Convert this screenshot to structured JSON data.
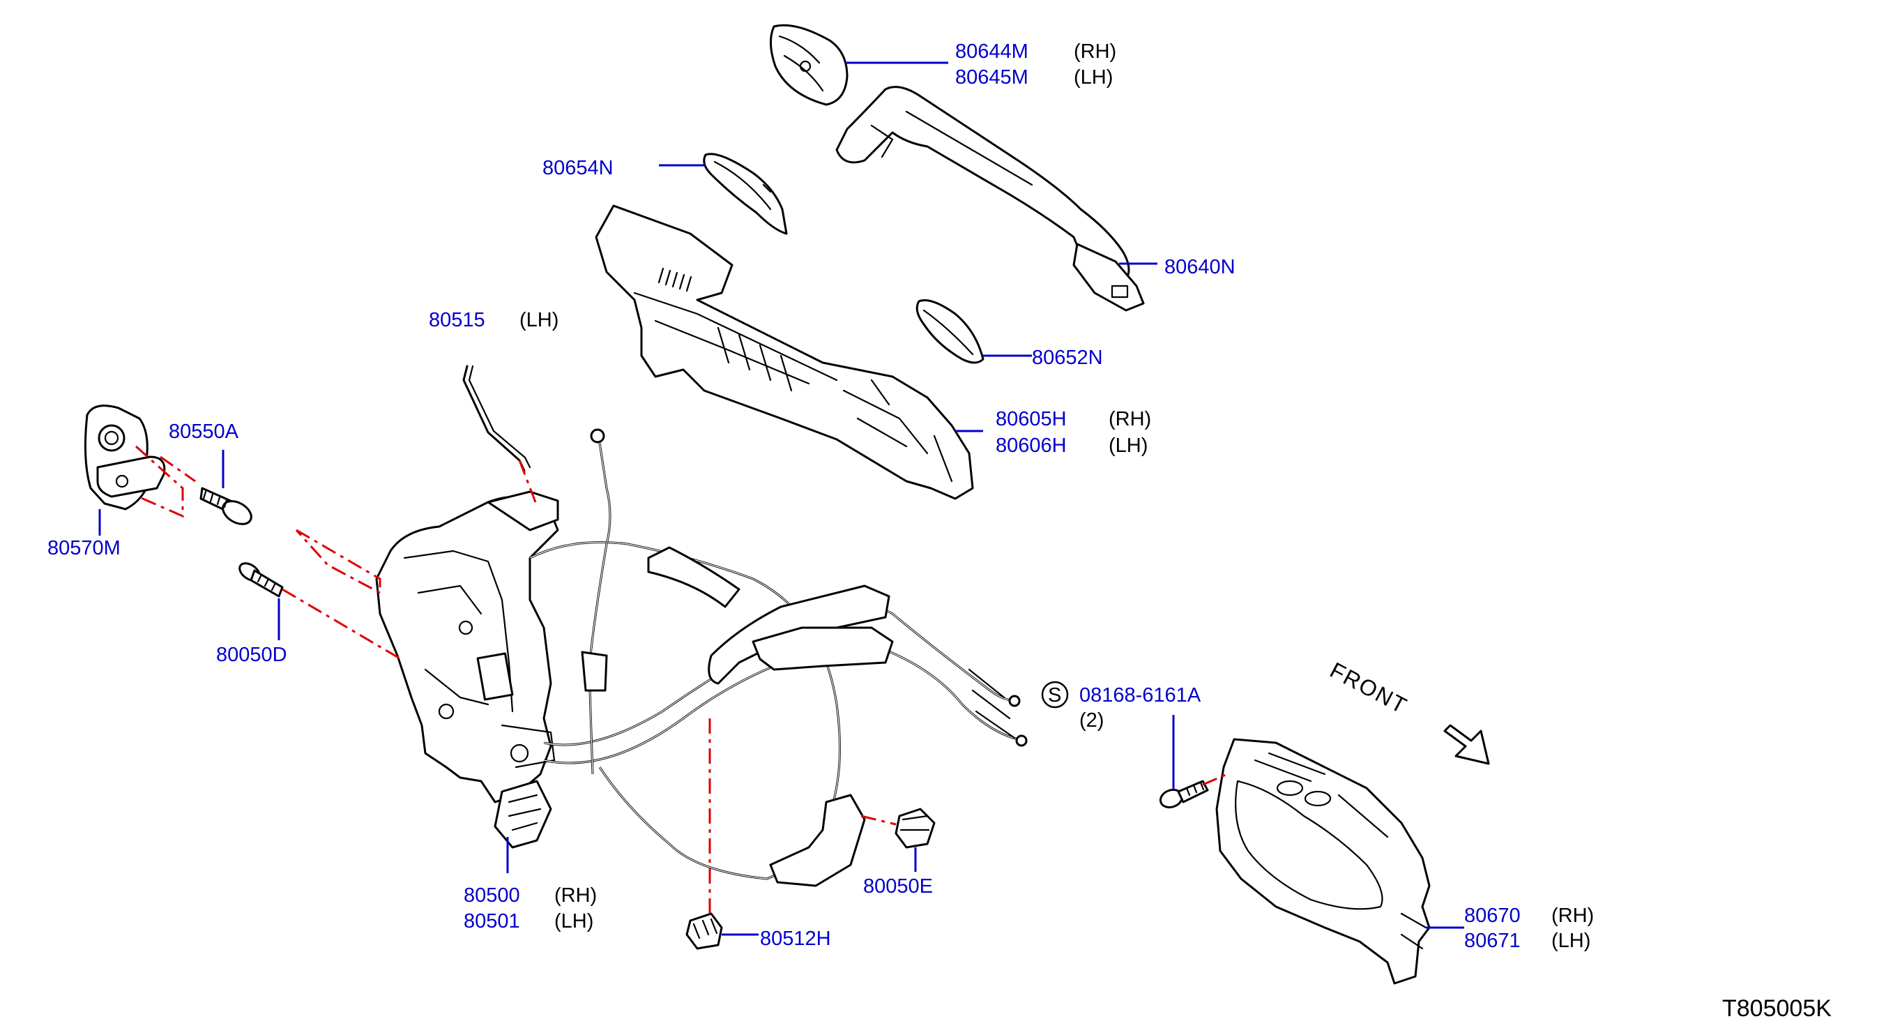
{
  "diagram_id": "T805005K",
  "front_label": "FRONT",
  "callouts": {
    "p80644M": {
      "pn": "80644M",
      "side": "(RH)"
    },
    "p80645M": {
      "pn": "80645M",
      "side": "(LH)"
    },
    "p80654N": {
      "pn": "80654N"
    },
    "p80640N": {
      "pn": "80640N"
    },
    "p80515": {
      "pn": "80515",
      "side": "(LH)"
    },
    "p80652N": {
      "pn": "80652N"
    },
    "p80550A": {
      "pn": "80550A"
    },
    "p80605H": {
      "pn": "80605H",
      "side": "(RH)"
    },
    "p80606H": {
      "pn": "80606H",
      "side": "(LH)"
    },
    "p80570M": {
      "pn": "80570M"
    },
    "p80050D": {
      "pn": "80050D"
    },
    "p08168": {
      "pn": "08168-6161A",
      "qty": "(2)",
      "symbol": "S"
    },
    "p80500": {
      "pn": "80500",
      "side": "(RH)"
    },
    "p80501": {
      "pn": "80501",
      "side": "(LH)"
    },
    "p80050E": {
      "pn": "80050E"
    },
    "p80512H": {
      "pn": "80512H"
    },
    "p80670": {
      "pn": "80670",
      "side": "(RH)"
    },
    "p80671": {
      "pn": "80671",
      "side": "(LH)"
    }
  },
  "colors": {
    "part_number": "#0000cc",
    "leader_line": "#0000cc",
    "reference_line": "#e00000",
    "outline": "#000000"
  }
}
